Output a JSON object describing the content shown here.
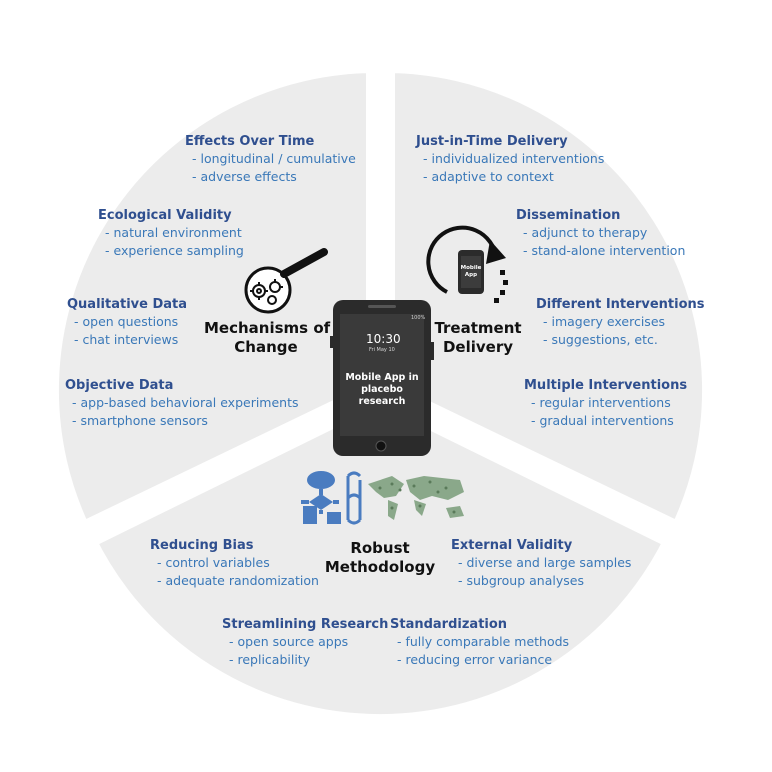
{
  "colors": {
    "sector_fill": "#ececec",
    "heading": "#2f4f8f",
    "item": "#3a78b8",
    "icon_blue": "#4a7cc0",
    "map_green": "#8aa88a",
    "map_dot": "#5a7a5a",
    "phone_body": "#2b2b2b",
    "phone_screen": "#3a3a3a"
  },
  "sectors": {
    "mechanisms": {
      "line1": "Mechanisms of",
      "line2": "Change",
      "icon": "magnifier-gears-icon"
    },
    "delivery": {
      "line1": "Treatment",
      "line2": "Delivery",
      "icon": "circular-arrow-phone-icon"
    },
    "methodology": {
      "line1": "Robust",
      "line2": "Methodology",
      "icon": "flowchart-dna-worldmap-icon"
    }
  },
  "blocks": [
    {
      "heading": "Effects Over Time",
      "items": [
        "- longitudinal / cumulative",
        "- adverse effects"
      ]
    },
    {
      "heading": "Ecological Validity",
      "items": [
        "- natural environment",
        "- experience sampling"
      ]
    },
    {
      "heading": "Qualitative Data",
      "items": [
        "- open questions",
        "- chat interviews"
      ]
    },
    {
      "heading": "Objective Data",
      "items": [
        "- app-based behavioral experiments",
        "- smartphone sensors"
      ]
    },
    {
      "heading": "Just-in-Time Delivery",
      "items": [
        "- individualized interventions",
        "- adaptive to context"
      ]
    },
    {
      "heading": "Dissemination",
      "items": [
        "- adjunct to therapy",
        "- stand-alone intervention"
      ]
    },
    {
      "heading": "Different Interventions",
      "items": [
        "- imagery exercises",
        "- suggestions, etc."
      ]
    },
    {
      "heading": "Multiple Interventions",
      "items": [
        "- regular interventions",
        "- gradual interventions"
      ]
    },
    {
      "heading": "Reducing Bias",
      "items": [
        "- control variables",
        "- adequate randomization"
      ]
    },
    {
      "heading": "External Validity",
      "items": [
        "- diverse and large samples",
        "- subgroup analyses"
      ]
    },
    {
      "heading": "Streamlining Research",
      "items": [
        "- open source apps",
        "- replicability"
      ]
    },
    {
      "heading": "Standardization",
      "items": [
        "- fully comparable methods",
        "- reducing error variance"
      ]
    }
  ],
  "phone": {
    "time": "10:30",
    "date": "Fri May 10",
    "battery": "100%",
    "signal": "",
    "label_line1": "Mobile App in",
    "label_line2": "placebo research",
    "mini_label_line1": "Mobile",
    "mini_label_line2": "App"
  }
}
